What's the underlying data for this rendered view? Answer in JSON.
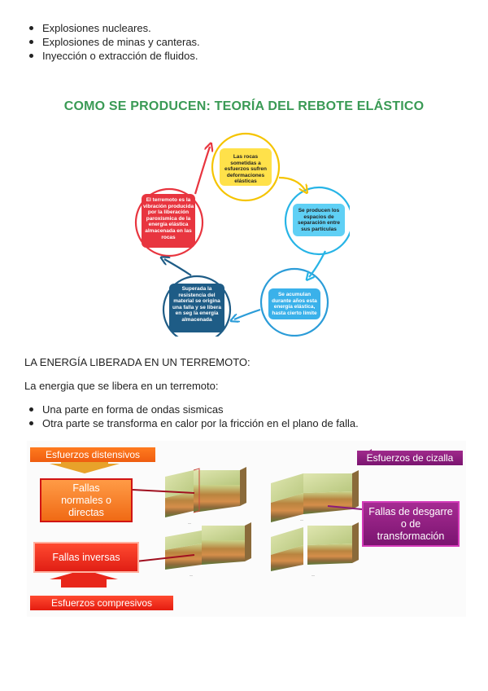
{
  "top_list": [
    "Explosiones nucleares.",
    "Explosiones de minas y canteras.",
    "Inyección o extracción de fluidos."
  ],
  "section_title": "COMO SE PRODUCEN: TEORÍA DEL REBOTE ELÁSTICO",
  "cycle": {
    "steps": [
      "Las rocas sometidas a esfuerzos sufren deformaciones elásticas",
      "Se producen los espacios de separación entre sus partículas",
      "Se acumulan durante años esta energía elástica, hasta cierto límite",
      "Superada la resistencia del material se origina una falla y se libera en seg la energía almacenada",
      "El terremoto es la vibración producida por la liberación paroxísmica de la energía elástica almacenada en las rocas"
    ],
    "colors": [
      "#f5c400",
      "#27b4e6",
      "#2b9cd8",
      "#1e5c86",
      "#e8353f"
    ]
  },
  "energy_heading": "LA ENERGÍA LIBERADA EN UN TERREMOTO:",
  "energy_intro": "La energia que se libera en un terremoto:",
  "energy_list": [
    "Una parte en forma de ondas sismicas",
    "Otra parte se transforma en calor por la fricción en el plano de falla."
  ],
  "faults": {
    "tab_distensivos": "Esfuerzos distensivos",
    "box_normales": "Fallas normales o directas",
    "box_inversas": "Fallas inversas",
    "tab_compresivos": "Esfuerzos compresivos",
    "tab_cizalla": "Esfuerzos de cizalla",
    "box_desgarre": "Fallas de desgarre o de transformación"
  }
}
